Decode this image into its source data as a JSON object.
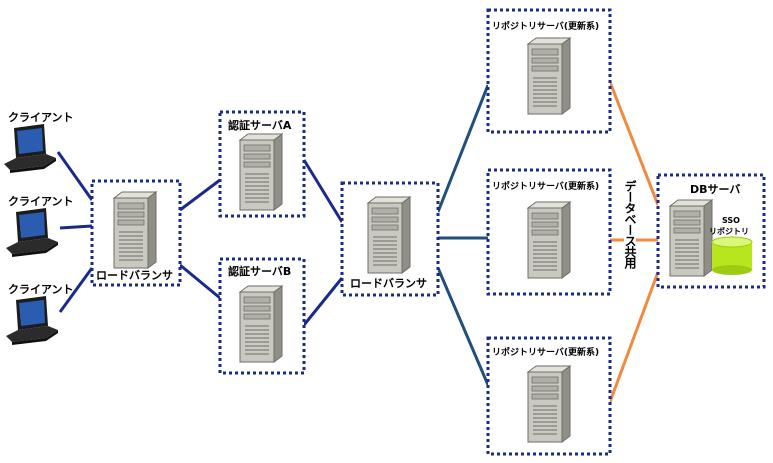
{
  "clients": {
    "label_1": "クライアント",
    "label_2": "クライアント",
    "label_3": "クライアント"
  },
  "load_balancer_1": {
    "label": "ロードバランサ"
  },
  "auth_server_a": {
    "label": "認証サーバA"
  },
  "auth_server_b": {
    "label": "認証サーバB"
  },
  "load_balancer_2": {
    "label": "ロードバランサ"
  },
  "repo_servers": {
    "label_1": "リポジトリサーバ(更新系)",
    "label_2": "リポジトリサーバ(更新系)",
    "label_3": "リポジトリサーバ(更新系)"
  },
  "db_server": {
    "label": "DBサーバ",
    "repo_label_1": "SSO",
    "repo_label_2": "リポジトリ"
  },
  "shared_db_label": "データベース共用",
  "colors": {
    "frame_border": "#1a2a8c",
    "link_blue": "#1a2a8c",
    "link_teal": "#1f4f7a",
    "link_orange": "#f08a40",
    "server_body": "#c8c8c0",
    "laptop_screen": "#2a5db0",
    "db_cylinder": "#b8e61e"
  }
}
